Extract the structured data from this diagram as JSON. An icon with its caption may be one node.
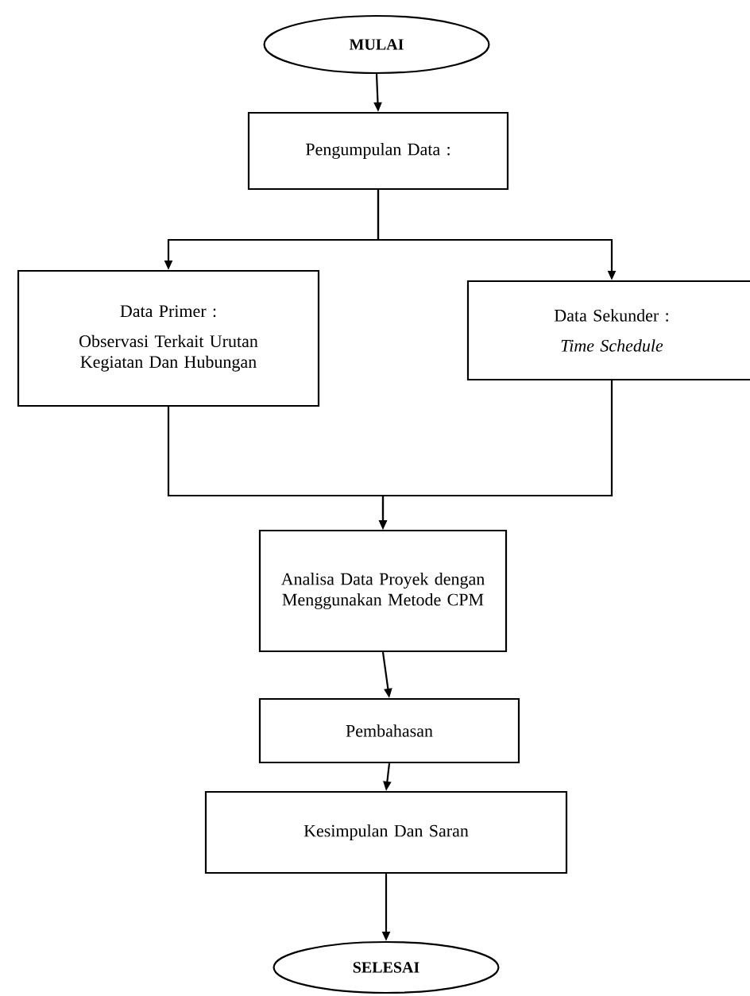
{
  "diagram": {
    "nodes": [
      {
        "text": [
          "MULAI"
        ]
      },
      {
        "text": [
          "Pengumpulan Data :"
        ]
      },
      {
        "text": [
          "Data Primer :",
          "Observasi Terkait Urutan Kegiatan Dan Hubungan"
        ]
      },
      {
        "text": [
          "Data Sekunder :",
          "Time Schedule"
        ]
      },
      {
        "text": [
          "Analisa Data Proyek dengan Menggunakan Metode CPM"
        ]
      },
      {
        "text": [
          "Pembahasan"
        ]
      },
      {
        "text": [
          "Kesimpulan Dan Saran"
        ]
      },
      {
        "text": [
          "SELESAI"
        ]
      }
    ],
    "edges": [
      {
        "from": 0,
        "to": 1,
        "arrow": "to"
      },
      {
        "from": 1,
        "to": 2,
        "arrow": "to"
      },
      {
        "from": 1,
        "to": 3,
        "arrow": "to"
      },
      {
        "from": 2,
        "to": 4,
        "arrow": "to"
      },
      {
        "from": 3,
        "to": 4,
        "arrow": "to"
      },
      {
        "from": 4,
        "to": 5,
        "arrow": "to"
      },
      {
        "from": 5,
        "to": 6,
        "arrow": "to"
      },
      {
        "from": 6,
        "to": 7,
        "arrow": "to"
      }
    ]
  }
}
